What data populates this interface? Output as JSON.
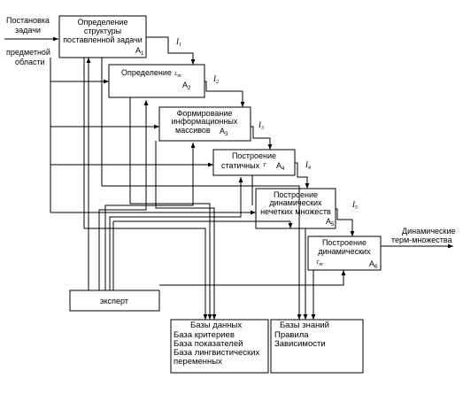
{
  "inputs": {
    "task_setting": [
      "Постановка",
      "задачи"
    ],
    "subject_area": [
      "предметной",
      "области"
    ]
  },
  "blocks": [
    {
      "lines": [
        "Определение",
        "структуры",
        "поставленной задачи"
      ],
      "code": "A",
      "code_sub": "1",
      "output": "I",
      "output_sub": "1"
    },
    {
      "lines": [
        "Определение"
      ],
      "extra": "L",
      "extra_sub": "m",
      "code": "A",
      "code_sub": "2",
      "output": "I",
      "output_sub": "2"
    },
    {
      "lines": [
        "Формирование",
        "информационных",
        "массивов"
      ],
      "code": "A",
      "code_sub": "3",
      "output": "I",
      "output_sub": "3"
    },
    {
      "lines": [
        "Построение",
        "статичных"
      ],
      "extra": "T",
      "code": "A",
      "code_sub": "4",
      "output": "I",
      "output_sub": "4"
    },
    {
      "lines": [
        "Построение",
        "динамических",
        "нечетких множеств"
      ],
      "code": "A",
      "code_sub": "5",
      "output": "I",
      "output_sub": "5"
    },
    {
      "lines": [
        "Построение",
        "динамических"
      ],
      "extra": "T",
      "extra_sub": "m",
      "code": "A",
      "code_sub": "6"
    }
  ],
  "final_output": [
    "Динамические",
    "терм-множества"
  ],
  "expert": "эксперт",
  "databases": {
    "title": "Базы данных",
    "items": [
      "База критериев",
      "База показателей",
      "База лингвистических",
      "переменных"
    ]
  },
  "knowledge": {
    "title": "Базы знаний",
    "items": [
      "Правила",
      "Зависимости"
    ]
  }
}
